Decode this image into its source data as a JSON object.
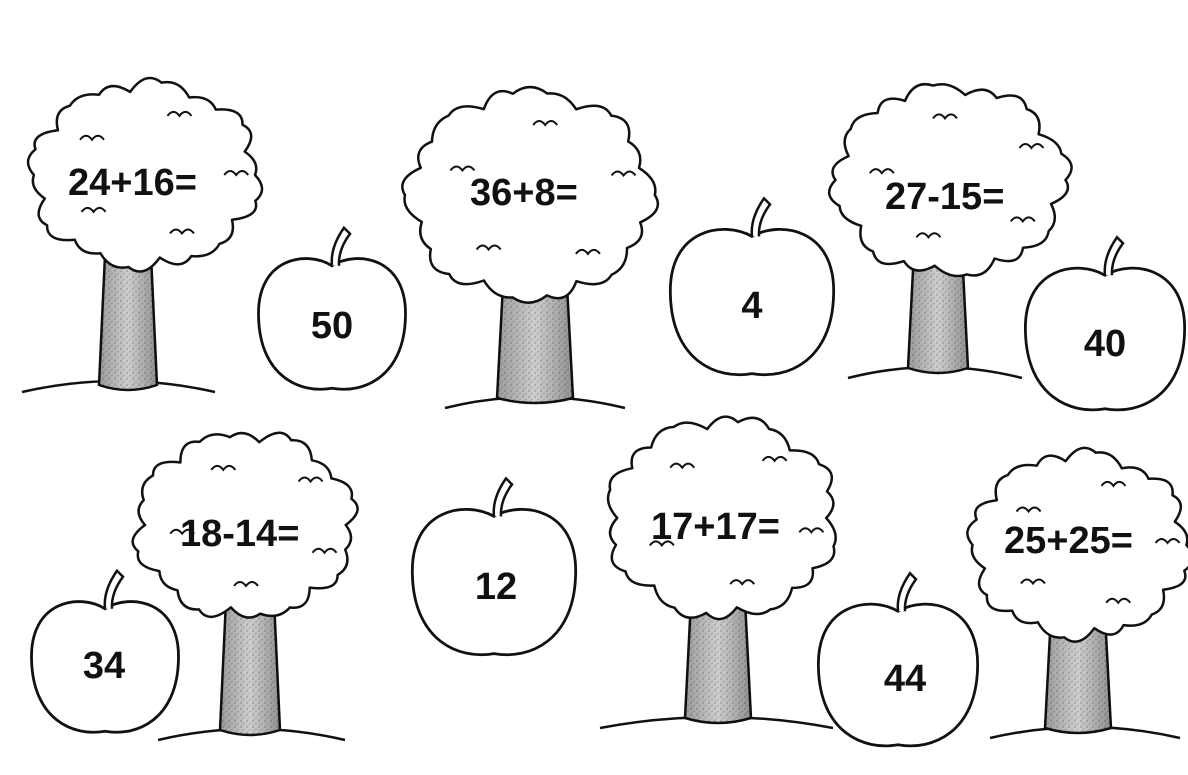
{
  "trees": [
    {
      "expression": "24+16="
    },
    {
      "expression": "36+8="
    },
    {
      "expression": "27-15="
    },
    {
      "expression": "18-14="
    },
    {
      "expression": "17+17="
    },
    {
      "expression": "25+25="
    }
  ],
  "apples": [
    {
      "answer": "50"
    },
    {
      "answer": "4"
    },
    {
      "answer": "40"
    },
    {
      "answer": "12"
    },
    {
      "answer": "34"
    },
    {
      "answer": "44"
    }
  ],
  "colors": {
    "ink": "#111111",
    "trunk": "#bdbdbd",
    "paper": "#ffffff"
  }
}
